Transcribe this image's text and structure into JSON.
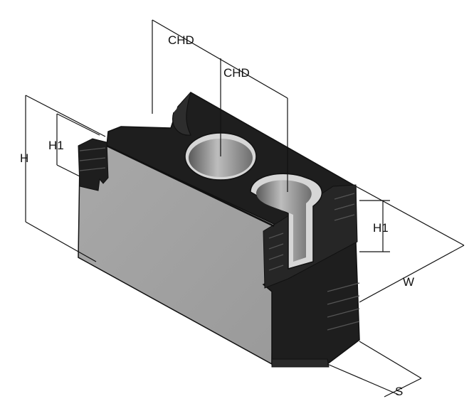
{
  "dimensions": {
    "chd_outer": "CHD",
    "chd_inner": "CHD",
    "h": "H",
    "h1_left": "H1",
    "h1_right": "H1",
    "w": "W",
    "s": "S"
  },
  "colors": {
    "body_black": "#1e1e1e",
    "face_gray": "#a0a0a0",
    "bore_gray": "#8c8c8c",
    "line": "#111111"
  }
}
